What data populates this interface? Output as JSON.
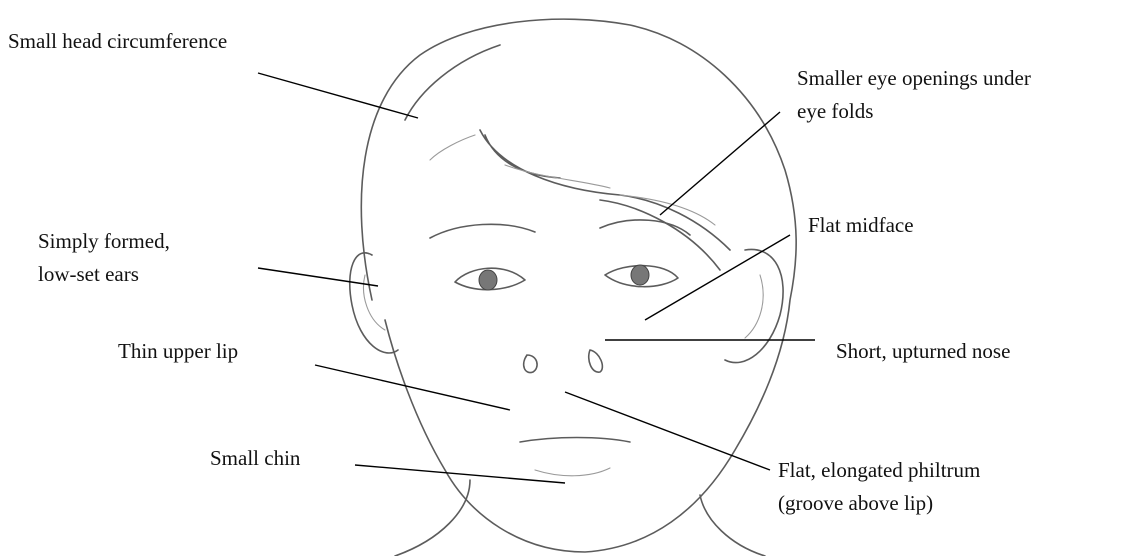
{
  "labels": {
    "head": "Small head circumference",
    "eyes_line1": "Smaller eye openings under",
    "eyes_line2": "eye folds",
    "ears_line1": "Simply formed,",
    "ears_line2": "low-set ears",
    "midface": "Flat midface",
    "lip": "Thin upper lip",
    "nose": "Short, upturned nose",
    "chin": "Small chin",
    "philtrum_line1": "Flat, elongated philtrum",
    "philtrum_line2": "(groove above lip)"
  }
}
